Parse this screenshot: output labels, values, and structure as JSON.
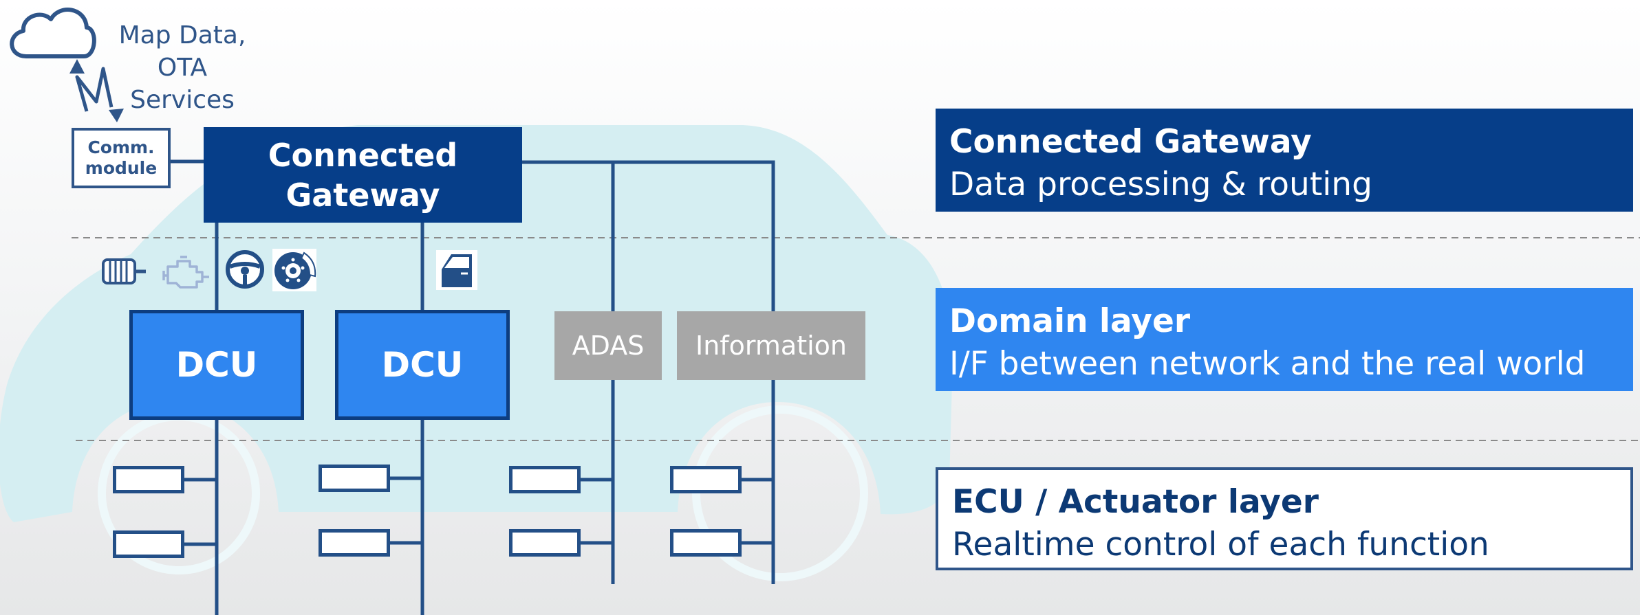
{
  "cloud": {
    "line1": "Map Data,",
    "line2": "OTA Services"
  },
  "comm_module": {
    "line1": "Comm.",
    "line2": "module"
  },
  "gateway": {
    "line1": "Connected",
    "line2": "Gateway"
  },
  "domains": [
    {
      "label": "DCU"
    },
    {
      "label": "DCU"
    },
    {
      "label": "ADAS"
    },
    {
      "label": "Information"
    }
  ],
  "icons": [
    "motor-icon",
    "engine-icon",
    "steering-wheel-icon",
    "brake-disc-icon",
    "car-door-icon"
  ],
  "panels": [
    {
      "title": "Connected Gateway",
      "subtitle": "Data processing & routing"
    },
    {
      "title": "Domain layer",
      "subtitle": "I/F between network and the real world"
    },
    {
      "title": "ECU / Actuator layer",
      "subtitle": "Realtime control of each function"
    }
  ],
  "colors": {
    "gateway": "#063e89",
    "domain": "#2f86f0",
    "line": "#234f87",
    "grey_box": "#a7a7a7",
    "car_silhouette": "#d5eef2"
  }
}
